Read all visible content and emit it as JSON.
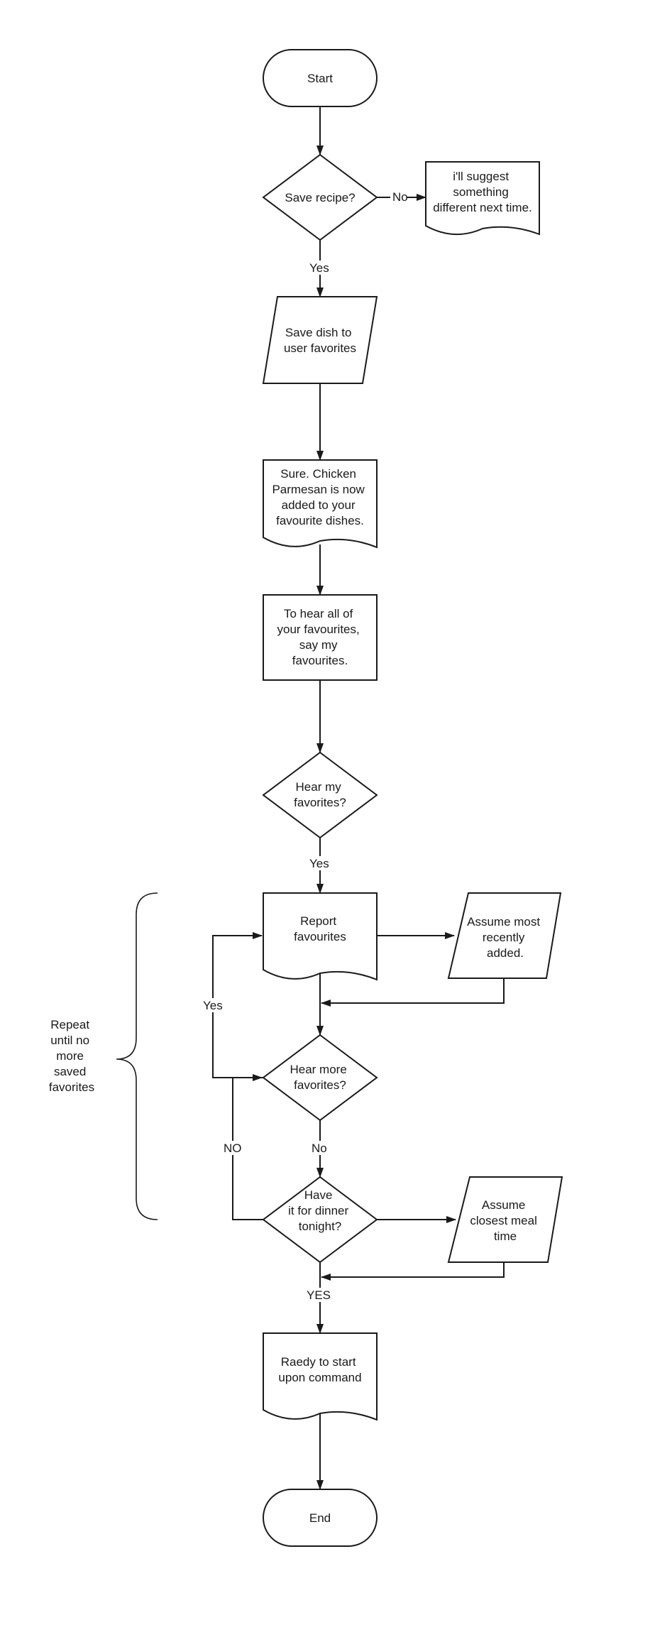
{
  "nodes": {
    "start": "Start",
    "save_recipe": "Save recipe?",
    "no_suggest": [
      "i'll suggest",
      "something",
      "different next time."
    ],
    "save_dish": [
      "Save dish to",
      "user favorites"
    ],
    "sure_chicken": [
      "Sure. Chicken",
      "Parmesan is now",
      "added to your",
      "favourite dishes."
    ],
    "to_hear_all": [
      "To hear all of",
      "your favourites,",
      "say my",
      "favourites."
    ],
    "hear_my": [
      "Hear my",
      "favorites?"
    ],
    "report": [
      "Report",
      "favourites"
    ],
    "assume_recent": [
      "Assume most",
      "recently",
      "added."
    ],
    "hear_more": [
      "Hear more",
      "favorites?"
    ],
    "have_dinner": [
      "Have",
      "it for dinner",
      "tonight?"
    ],
    "assume_closest": [
      "Assume",
      "closest meal",
      "time"
    ],
    "ready": [
      "Raedy to start",
      "upon command"
    ],
    "end": "End"
  },
  "edges": {
    "no1": "No",
    "yes1": "Yes",
    "yes2": "Yes",
    "yes_loop": "Yes",
    "no_more": "No",
    "no_dinner": "NO",
    "yes_dinner": "YES"
  },
  "brace_label": [
    "Repeat",
    "until no",
    "more",
    "saved",
    "favorites"
  ]
}
